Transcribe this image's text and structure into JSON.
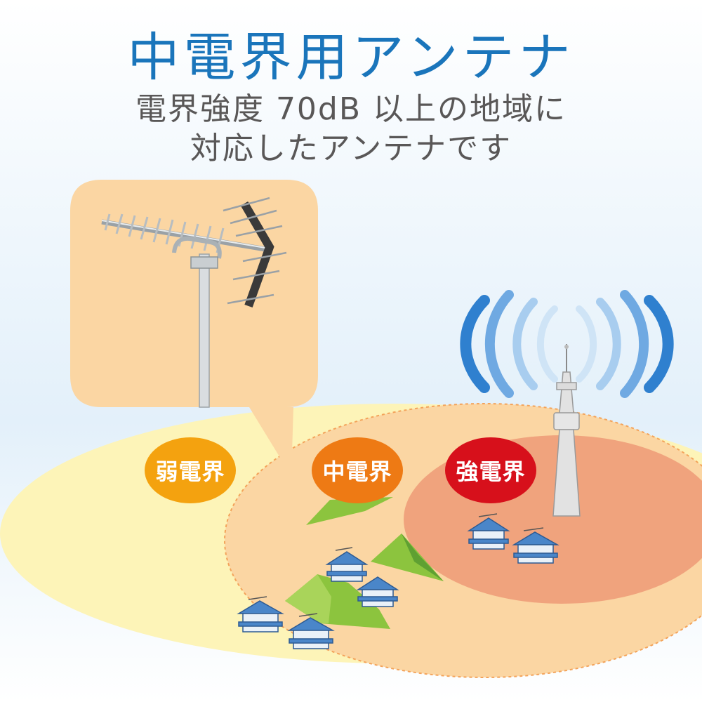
{
  "title": "中電界用アンテナ",
  "subtitle": {
    "line1": "電界強度 70dB 以上の地域に",
    "line2": "対応したアンテナです"
  },
  "zones": [
    {
      "label": "弱電界",
      "color": "#f4a20f"
    },
    {
      "label": "中電界",
      "color": "#ee7a14"
    },
    {
      "label": "強電界",
      "color": "#d7101b"
    }
  ],
  "colors": {
    "title": "#1a75bb",
    "weak_area": "#fdf4b8",
    "medium_area": "#fbd6a3",
    "strong_area": "#f0a37d",
    "bubble": "#fbd6a3",
    "signal_wave": "#1f6fc4"
  },
  "icons": [
    "uhf-antenna-icon",
    "broadcast-tower-icon",
    "signal-wave-icon",
    "house-icon",
    "mountain-icon"
  ]
}
